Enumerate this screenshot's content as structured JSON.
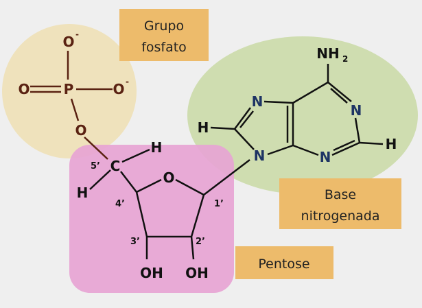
{
  "colors": {
    "background": "#efefef",
    "phosphate_region": "#efe2bc",
    "base_region": "#cfddb0",
    "sugar_region": "#e7a4d4",
    "label_box": "#edbb6b",
    "phosphate_atoms": "#5a2212",
    "structure": "#111111",
    "nitrogen": "#1e3464"
  },
  "labels": {
    "phosphate_line1": "Grupo",
    "phosphate_line2": "fosfato",
    "base_line1": "Base",
    "base_line2": "nitrogenada",
    "sugar": "Pentose"
  },
  "atoms": {
    "phosphate": {
      "O_top": "O",
      "O_left": "O",
      "P": "P",
      "O_right": "O",
      "O_bridge": "O",
      "charge": "-"
    },
    "sugar": {
      "C5": "C",
      "H_top": "H",
      "H_left": "H",
      "O_ring": "O",
      "OH_3": "OH",
      "OH_2": "OH"
    },
    "sugar_positions": {
      "p5": "5’",
      "p4": "4’",
      "p3": "3’",
      "p2": "2’",
      "p1": "1’"
    },
    "base": {
      "N_9": "N",
      "N_7": "N",
      "N_1": "N",
      "N_3": "N",
      "H_8": "H",
      "H_2": "H",
      "NH2": "NH",
      "NH2_sub": "2"
    }
  }
}
